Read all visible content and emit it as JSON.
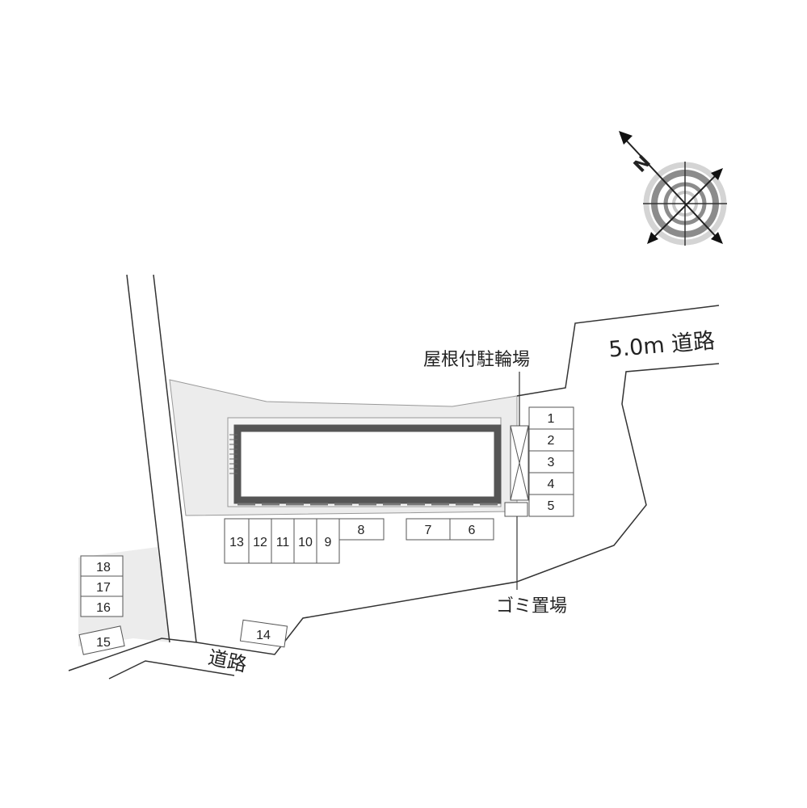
{
  "labels": {
    "road_5m": "5.0m 道路",
    "road": "道路",
    "bicycle_parking": "屋根付駐輪場",
    "garbage": "ゴミ置場",
    "north": "N"
  },
  "parking_slots": [
    "1",
    "2",
    "3",
    "4",
    "5",
    "6",
    "7",
    "8",
    "9",
    "10",
    "11",
    "12",
    "13",
    "14",
    "15",
    "16",
    "17",
    "18"
  ],
  "colors": {
    "lot_fill": "#ececec",
    "building": "#555555",
    "compass_ring": "#8c8c8c",
    "compass_ring_light": "#c8c8c8"
  }
}
